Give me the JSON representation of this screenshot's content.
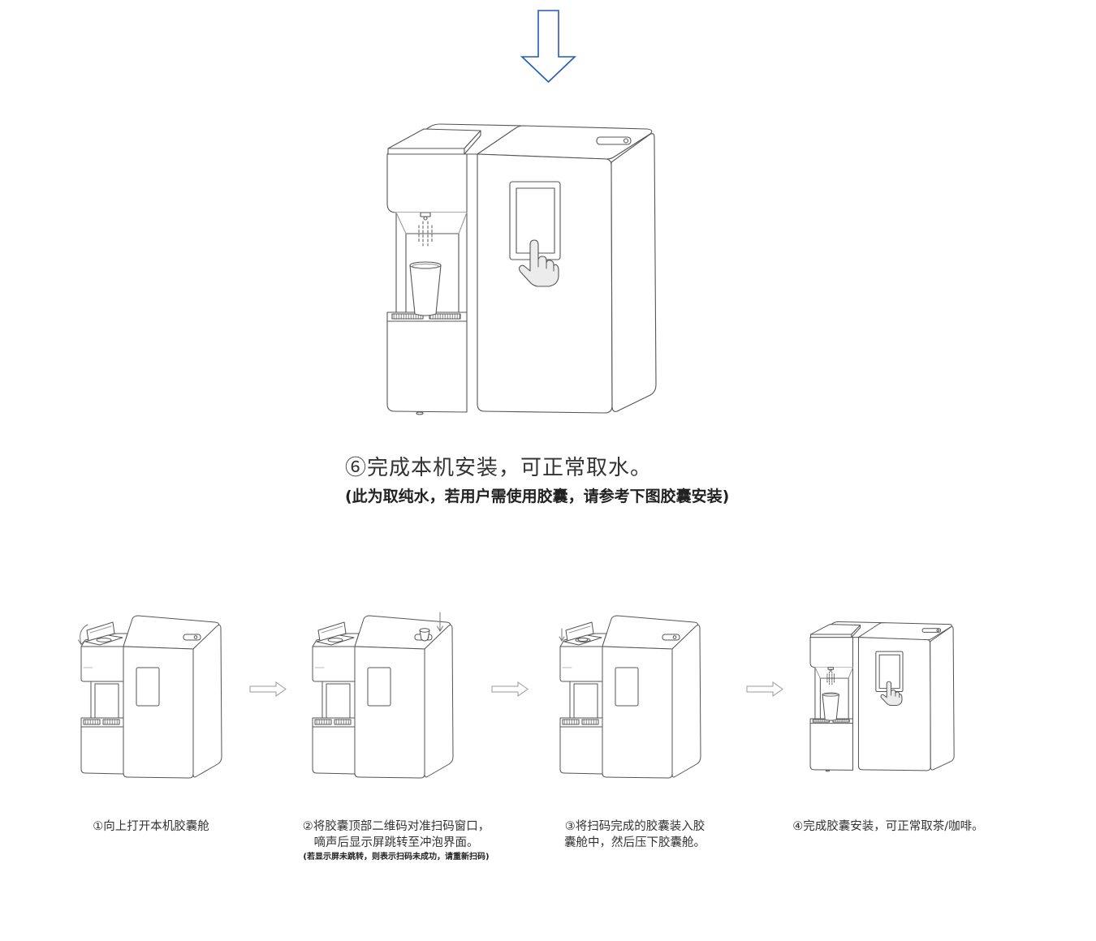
{
  "step6": {
    "title": "⑥完成本机安装，可正常取水。",
    "note": "(此为取纯水，若用户需使用胶囊，请参考下图胶囊安装)"
  },
  "capsule_steps": [
    {
      "lines": [
        "①向上打开本机胶囊舱"
      ]
    },
    {
      "lines": [
        "②将胶囊顶部二维码对准扫码窗口，",
        "嘀声后显示屏跳转至冲泡界面。"
      ],
      "note": "(若显示屏未跳转，则表示扫码未成功，请重新扫码)"
    },
    {
      "lines": [
        "③将扫码完成的胶囊装入胶",
        "囊舱中，然后压下胶囊舱。"
      ]
    },
    {
      "lines": [
        "④完成胶囊安装，可正常取茶/咖啡。"
      ]
    }
  ],
  "icons": {
    "top_guide": "down-arrow-icon",
    "step_separator": "right-arrow-icon",
    "touch_screen": "pointing-hand-icon",
    "open_lid": "rotate-arrow-icon",
    "press_down": "down-arrow-icon"
  },
  "colors": {
    "guide_arrow": "#1f5cb5",
    "line_art": "#555555",
    "separator_arrow": "#9a9a9a",
    "text": "#333333"
  }
}
